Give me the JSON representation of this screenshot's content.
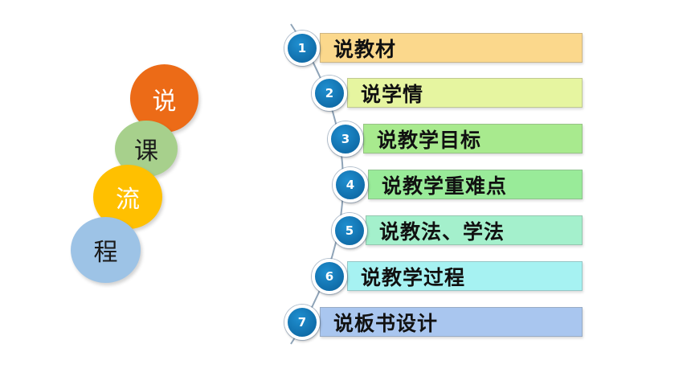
{
  "title_circles": [
    {
      "char": "说",
      "color": "#ec6b17",
      "text_color": "#ffffff"
    },
    {
      "char": "课",
      "color": "#a7d08c",
      "text_color": "#1a1a1a"
    },
    {
      "char": "流",
      "color": "#ffc000",
      "text_color": "#ffffff"
    },
    {
      "char": "程",
      "color": "#9dc3e6",
      "text_color": "#1a1a1a"
    }
  ],
  "items": [
    {
      "number": "1",
      "label": "说教材",
      "color": "#fbd88c"
    },
    {
      "number": "2",
      "label": "说学情",
      "color": "#e6f5a0"
    },
    {
      "number": "3",
      "label": "说教学目标",
      "color": "#a8ea8e"
    },
    {
      "number": "4",
      "label": "说教学重难点",
      "color": "#99eb99"
    },
    {
      "number": "5",
      "label": "说教法、学法",
      "color": "#a4f0cc"
    },
    {
      "number": "6",
      "label": "说教学过程",
      "color": "#a6f2f2"
    },
    {
      "number": "7",
      "label": "说板书设计",
      "color": "#a9c6ef"
    }
  ],
  "arc_color": "#8fa4b8"
}
